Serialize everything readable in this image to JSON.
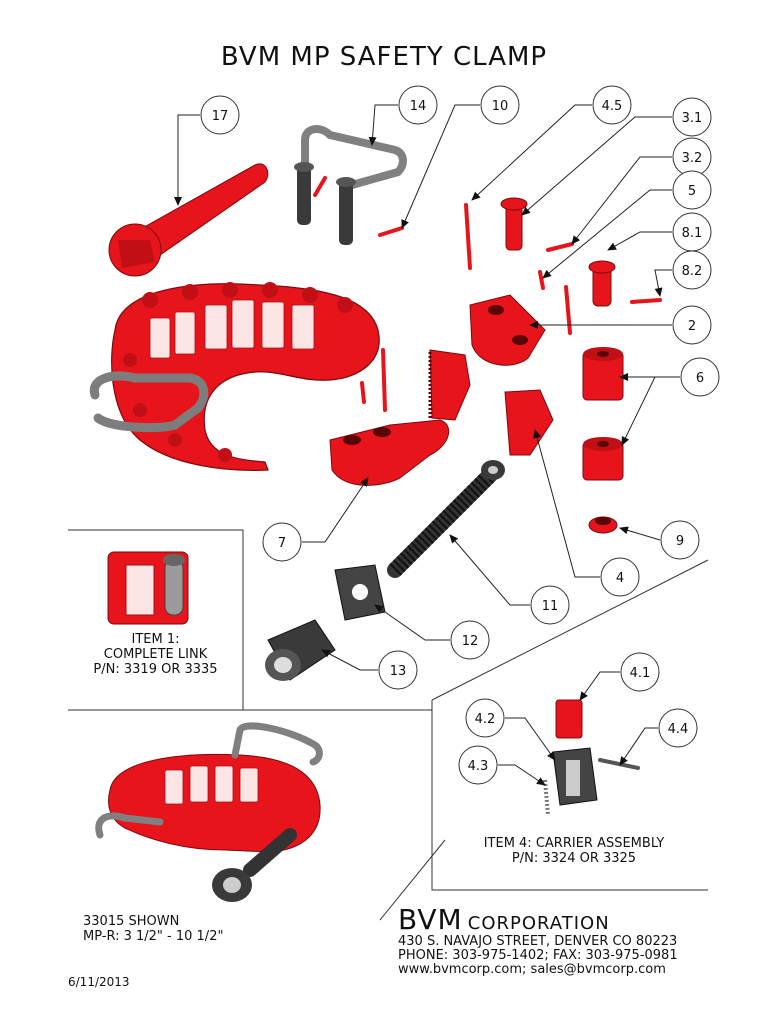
{
  "title": "BVM MP SAFETY CLAMP",
  "callouts": [
    "17",
    "14",
    "10",
    "4.5",
    "3.1",
    "3.2",
    "5",
    "8.1",
    "8.2",
    "2",
    "6",
    "7",
    "4",
    "9",
    "11",
    "12",
    "13",
    "4.1",
    "4.2",
    "4.4",
    "4.3"
  ],
  "item1": {
    "line1": "ITEM 1:",
    "line2": "COMPLETE LINK",
    "line3": "P/N:  3319 OR 3335"
  },
  "item4": {
    "line1": "ITEM 4: CARRIER ASSEMBLY",
    "line2": "P/N: 3324 OR 3325"
  },
  "shown": {
    "line1": "33015 SHOWN",
    "line2": "MP-R: 3 1/2\" - 10 1/2\""
  },
  "company": {
    "name": "BVM",
    "suffix": "CORPORATION",
    "address": "430 S. NAVAJO STREET, DENVER CO 80223",
    "phone": "PHONE:  303-975-1402; FAX:  303-975-0981",
    "web": "www.bvmcorp.com; sales@bvmcorp.com"
  },
  "date": "6/11/2013",
  "colors": {
    "part_red": "#e8141c",
    "part_dark_red": "#a50d12",
    "steel": "#7d7d7d",
    "steel_dark": "#3a3a3a",
    "line": "#222222"
  }
}
